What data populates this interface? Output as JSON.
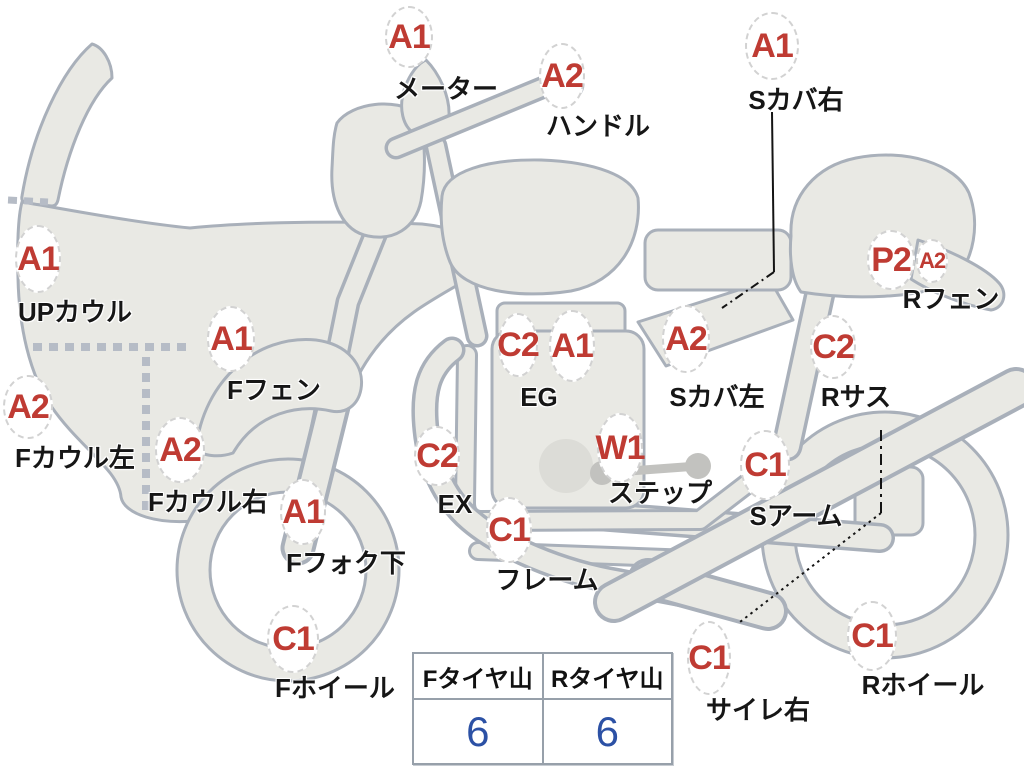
{
  "diagram_title": "motorcycle-condition-diagram",
  "colors": {
    "badge_text": "#bf3b33",
    "bike_fill": "#e9e9e4",
    "bike_stroke": "#a9b0ba",
    "tire_value_blue": "#2c51a5"
  },
  "parts": [
    {
      "id": "meter",
      "grade": "A1",
      "label": "メーター"
    },
    {
      "id": "handlebar",
      "grade": "A2",
      "label": "ハンドル"
    },
    {
      "id": "side-cover-right",
      "grade": "A1",
      "label": "Sカバ右"
    },
    {
      "id": "upper-cowl",
      "grade": "A1",
      "label": "UPカウル"
    },
    {
      "id": "front-fender",
      "grade": "A1",
      "label": "Fフェン"
    },
    {
      "id": "front-cowl-left",
      "grade": "A2",
      "label": "Fカウル左"
    },
    {
      "id": "front-cowl-right",
      "grade": "A2",
      "label": "Fカウル右"
    },
    {
      "id": "front-fork-lower",
      "grade": "A1",
      "label": "Fフォク下"
    },
    {
      "id": "front-wheel",
      "grade": "C1",
      "label": "Fホイール"
    },
    {
      "id": "exhaust",
      "grade": "C2",
      "label": "EX"
    },
    {
      "id": "engine-c2",
      "grade": "C2",
      "label": ""
    },
    {
      "id": "engine-a1",
      "grade": "A1",
      "label": "EG"
    },
    {
      "id": "frame",
      "grade": "C1",
      "label": "フレーム"
    },
    {
      "id": "step",
      "grade": "W1",
      "label": "ステップ"
    },
    {
      "id": "side-cover-left",
      "grade": "A2",
      "label": "Sカバ左"
    },
    {
      "id": "swing-arm",
      "grade": "C1",
      "label": "Sアーム"
    },
    {
      "id": "rear-sus",
      "grade": "C2",
      "label": "Rサス"
    },
    {
      "id": "rear-fender-p2",
      "grade": "P2",
      "label": "Rフェン"
    },
    {
      "id": "rear-fender-a2",
      "grade": "A2",
      "label": ""
    },
    {
      "id": "silencer-right",
      "grade": "C1",
      "label": "サイレ右"
    },
    {
      "id": "rear-wheel",
      "grade": "C1",
      "label": "Rホイール"
    }
  ],
  "tire_table": {
    "headers": [
      "Fタイヤ山",
      "Rタイヤ山"
    ],
    "values": [
      "6",
      "6"
    ]
  }
}
